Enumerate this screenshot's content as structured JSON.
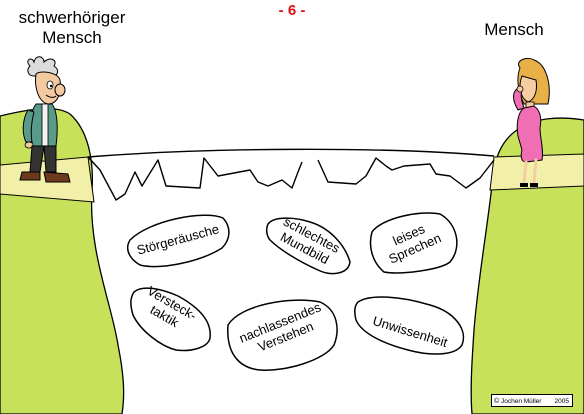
{
  "page_number": "- 6 -",
  "left_person_label": [
    "schwerhöriger",
    "Mensch"
  ],
  "right_person_label": "Mensch",
  "stones": [
    {
      "id": "stoergeraeusche",
      "lines": [
        "Störgeräusche"
      ]
    },
    {
      "id": "schlechtes-mundbild",
      "lines": [
        "schlechtes",
        "Mundbild"
      ]
    },
    {
      "id": "leises-sprechen",
      "lines": [
        "leises",
        "Sprechen"
      ]
    },
    {
      "id": "versteck-taktik",
      "lines": [
        "Versteck-",
        "taktik"
      ]
    },
    {
      "id": "nachlassendes-verstehen",
      "lines": [
        "nachlassendes",
        "Verstehen"
      ]
    },
    {
      "id": "unwissenheit",
      "lines": [
        "Unwissenheit"
      ]
    }
  ],
  "credit": {
    "symbol": "©",
    "author": "Jochen Müller",
    "year": "2005"
  },
  "colors": {
    "hill": "#c7e15a",
    "path": "#f2f0a8",
    "page_number": "#e01010",
    "cardigan": "#5a9a8a",
    "dress": "#f06fb4"
  }
}
